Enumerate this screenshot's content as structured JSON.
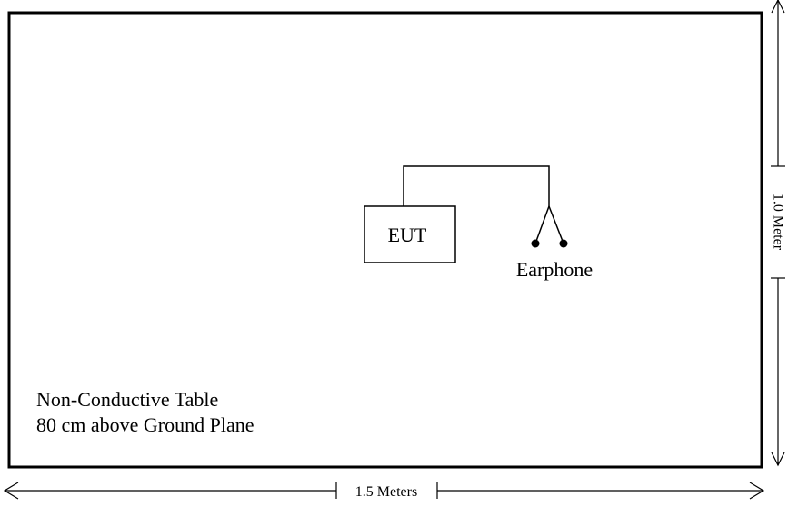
{
  "eut_label": "EUT",
  "earphone_label": "Earphone",
  "table_label_line1": "Non-Conductive Table",
  "table_label_line2": "80 cm above Ground Plane",
  "width_dimension_label": "1.5 Meters",
  "height_dimension_label": "1.0 Meter",
  "colors": {
    "stroke": "#000000",
    "background": "#ffffff"
  }
}
